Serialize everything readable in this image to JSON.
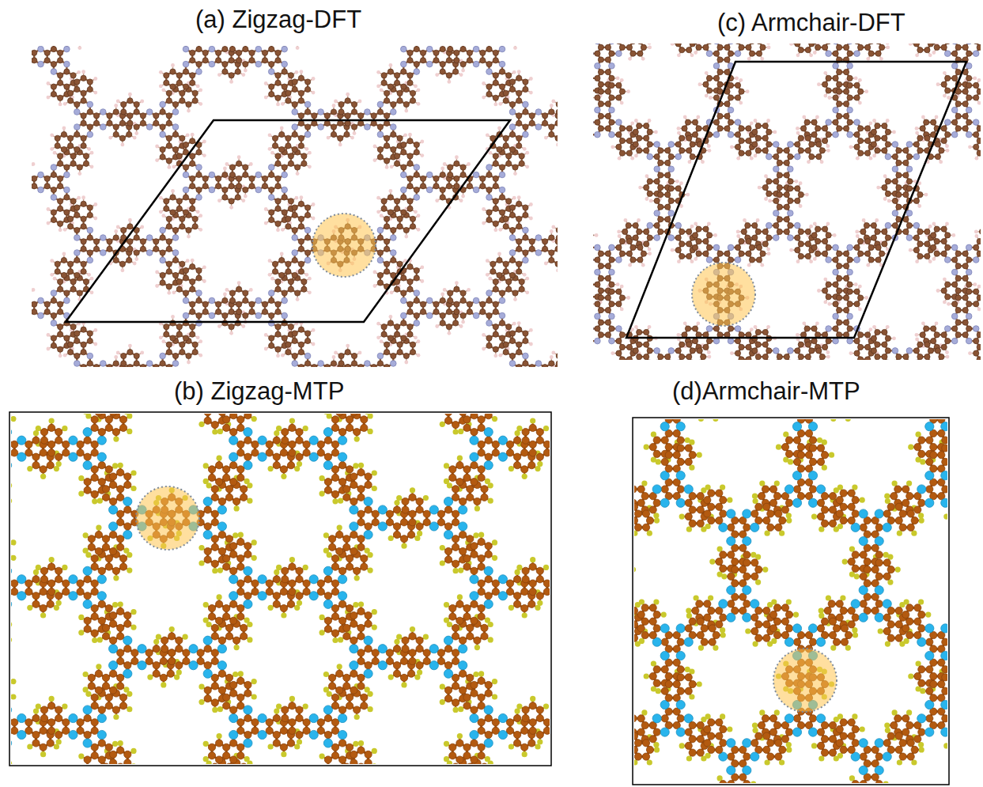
{
  "diagram": {
    "labels": [
      "(a) Zigzag-DFT",
      "(c) Armchair-DFT",
      "(b) Zigzag-MTP",
      "(d)Armchair-MTP"
    ]
  }
}
